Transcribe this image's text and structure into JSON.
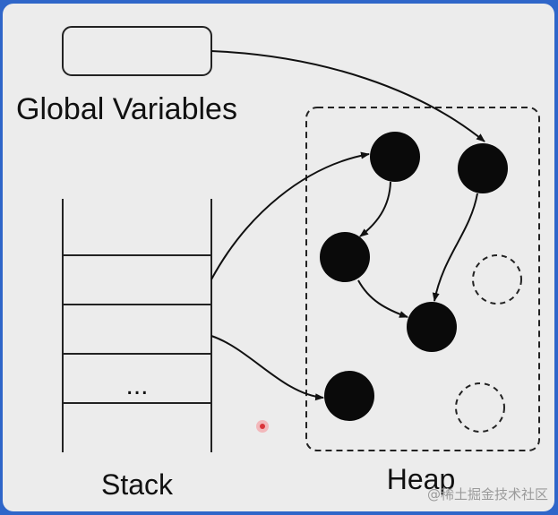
{
  "labels": {
    "global": "Global Variables",
    "stack": "Stack",
    "heap": "Heap",
    "ellipsis": "...",
    "watermark": "@稀土掘金技术社区"
  },
  "colors": {
    "frame": "#2f66c9",
    "panel": "#ececec",
    "ink": "#111111",
    "pointer": "#d9343a"
  }
}
